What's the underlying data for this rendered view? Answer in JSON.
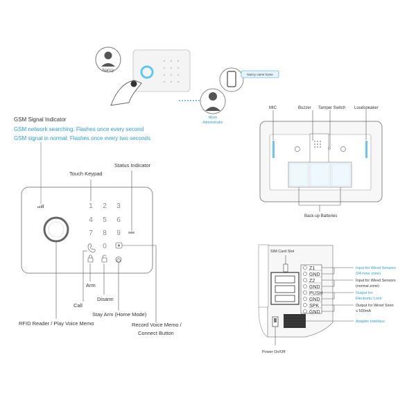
{
  "top_scene": {
    "nancy_label": "Nancy",
    "mom_label": "Mom",
    "admin_label": "Administrator",
    "bubble_text": "Nancy came home"
  },
  "gsm": {
    "title": "GSM Signal Indicator",
    "line1": "GSM network searching: Flashes once every second",
    "line2": "GSM signal in normal: Flashes once every two seconds"
  },
  "front_panel": {
    "touch_keypad": "Touch Keypad",
    "status_indicator": "Status Indicator",
    "keys": [
      "1",
      "2",
      "3",
      "4",
      "5",
      "6",
      "7",
      "8",
      "9",
      "0"
    ],
    "arm": "Arm",
    "disarm": "Disarm",
    "call": "Call",
    "stay_arm": "Stay Arm (Home Mode)",
    "rfid": "RFID Reader / Play Voice Memo",
    "record_line1": "Record Voice Memo /",
    "record_line2": "Connect Button"
  },
  "back_panel": {
    "mic": "MIC",
    "buzzer": "Buzzer",
    "tamper": "Tamper Switch",
    "loudspeaker": "Loudspeaker",
    "batteries": "Back-up Batteries"
  },
  "terminal": {
    "sim_slot": "SIM Card Slot",
    "pins": [
      "Z1",
      "GND",
      "Z2",
      "GND",
      "PUSH",
      "GND",
      "SPK",
      "GND"
    ],
    "z1_line1": "Input for Wired Sensors",
    "z1_line2": "(24-hour zone)",
    "z2_line1": "Input for Wired Sensors",
    "z2_line2": "(normal zone)",
    "push_line1": "Output for",
    "push_line2": "Electronic Lock",
    "spk_line1": "Output for Wired Siren",
    "spk_line2": "≤ 500mA",
    "adapter": "Adapter Interface",
    "power": "Power On/Off"
  },
  "colors": {
    "accent": "#2aa0d6",
    "line": "#555555",
    "text": "#333333",
    "device_edge": "#9a9a9a"
  }
}
